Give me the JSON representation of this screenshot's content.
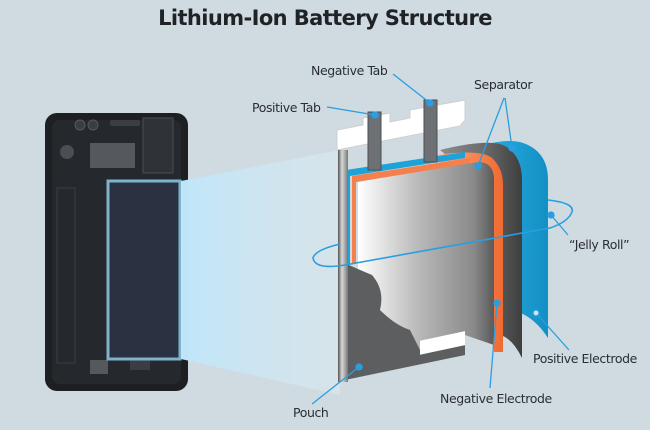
{
  "title": "Lithium-Ion Battery Structure",
  "labels": {
    "negative_tab": "Negative Tab",
    "positive_tab": "Positive Tab",
    "separator": "Separator",
    "jelly_roll": "“Jelly Roll”",
    "positive_electrode": "Positive Electrode",
    "negative_electrode": "Negative Electrode",
    "pouch": "Pouch"
  },
  "colors": {
    "background": "#cfdbe1",
    "leader_line": "#2a9ee0",
    "positive_electrode": "#1ea3d8",
    "negative_electrode": "#f4804d",
    "separator": "#5f6163",
    "phone_body": "#1d1f22",
    "phone_battery": "#2a3140",
    "highlight_frame": "#7fb3cc",
    "projection": "#bfe3f5"
  }
}
